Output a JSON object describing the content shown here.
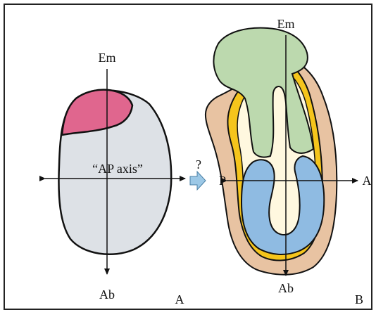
{
  "panel_a": {
    "top_label": "Em",
    "bottom_label": "Ab",
    "axis_label": "“AP axis”",
    "panel_letter": "A"
  },
  "transition": {
    "question_mark": "?"
  },
  "panel_b": {
    "top_label": "Em",
    "bottom_label": "Ab",
    "left_label": "P",
    "right_label": "A",
    "panel_letter": "B"
  },
  "colors": {
    "frame": "#222222",
    "embryo_body": "#dde1e6",
    "embryonic_region_pink": "#e0668e",
    "outer_layer_tan": "#e8c3a2",
    "yellow_layer": "#f5c51c",
    "green_tissue": "#bcd9ae",
    "blue_tissue": "#8fbbe2",
    "arrow_icon": "#9cc8e6"
  }
}
